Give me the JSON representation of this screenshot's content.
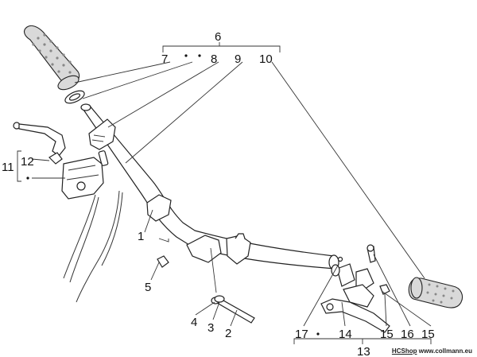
{
  "labels": {
    "l1": "1",
    "l2": "2",
    "l3": "3",
    "l4": "4",
    "l5": "5",
    "l6": "6",
    "l7": "7",
    "l8": "8",
    "l9": "9",
    "l10": "10",
    "l11": "11",
    "l12": "12",
    "l13": "13",
    "l14": "14",
    "l15a": "15",
    "l15b": "15",
    "l16": "16",
    "l17": "17"
  },
  "watermark": {
    "brand": "HCShop",
    "site": "www.collmann.eu"
  }
}
